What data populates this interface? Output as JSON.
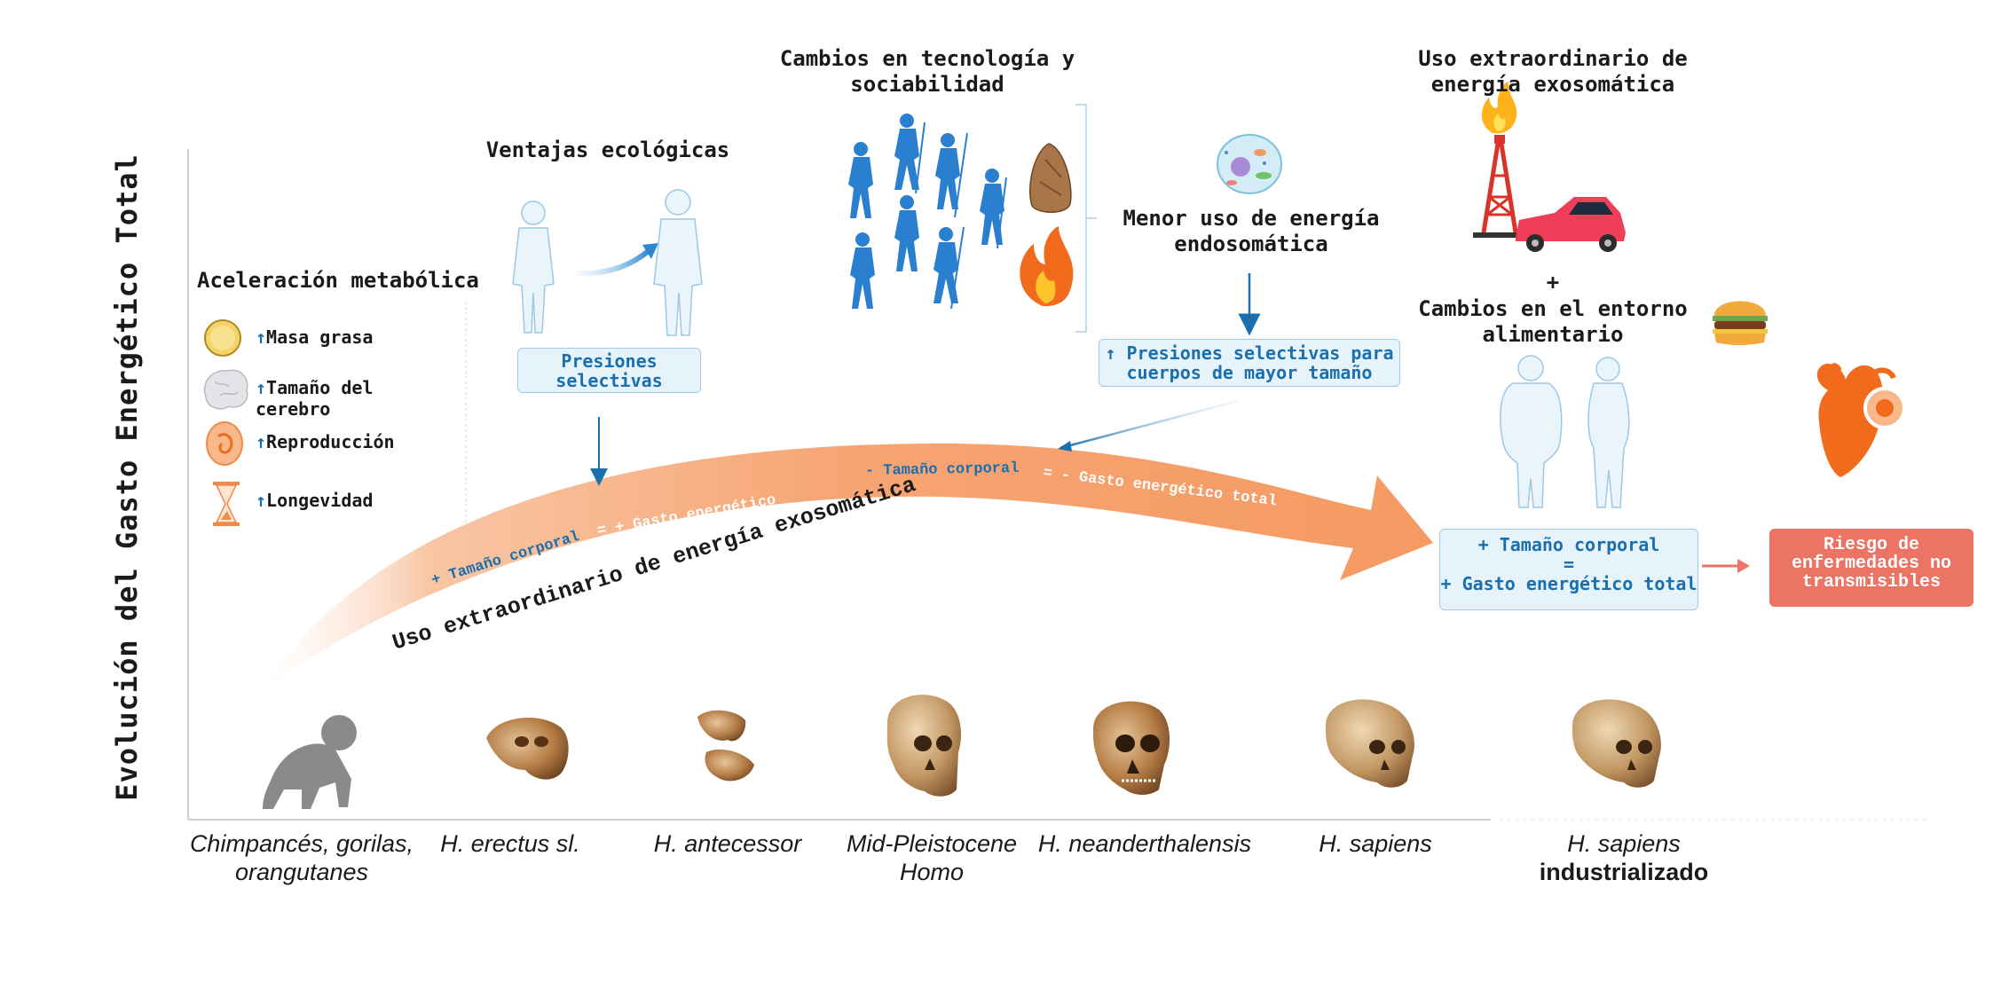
{
  "y_axis_label": "Evolución del Gasto Energético Total",
  "metabolic": {
    "title": "Aceleración metabólica",
    "items": [
      {
        "arrow": "↑",
        "label": "Masa grasa"
      },
      {
        "arrow": "↑",
        "label": "Tamaño del cerebro"
      },
      {
        "arrow": "↑",
        "label": "Reproducción"
      },
      {
        "arrow": "↑",
        "label": "Longevidad"
      }
    ]
  },
  "ecological": {
    "title": "Ventajas ecológicas",
    "box": "Presiones selectivas"
  },
  "tech": {
    "title": "Cambios en tecnología y sociabilidad"
  },
  "endo": {
    "title": "Menor uso de energía endosomática",
    "box": "↑ Presiones selectivas para cuerpos de mayor tamaño"
  },
  "exo": {
    "title": "Uso extraordinario de energía exosomática",
    "plus": "+",
    "food_title": "Cambios en el entorno alimentario"
  },
  "arrow_labels": {
    "left_a": "+ Tamaño corporal",
    "left_b": "= + Gasto energético",
    "right_a": "- Tamaño corporal",
    "right_b": "= - Gasto energético total",
    "under": "Uso extraordinario de energía exosomática"
  },
  "result_box": {
    "line1": "+ Tamaño corporal",
    "line2": "=",
    "line3": "+ Gasto energético total"
  },
  "risk_box": "Riesgo de enfermedades no transmisibles",
  "species": [
    {
      "label": "Chimpancés, gorilas, orangutanes"
    },
    {
      "label": "H. erectus sl."
    },
    {
      "label": "H. antecessor"
    },
    {
      "label": "Mid-Pleistocene Homo"
    },
    {
      "label": "H. neanderthalensis"
    },
    {
      "label": "H. sapiens"
    },
    {
      "label_italic": "H. sapiens",
      "label_bold": "industrializado"
    }
  ],
  "colors": {
    "orange": "#f7a06d",
    "blue": "#1a6fae",
    "risk": "#ec7465",
    "silhouette": "#2b7fcf"
  }
}
